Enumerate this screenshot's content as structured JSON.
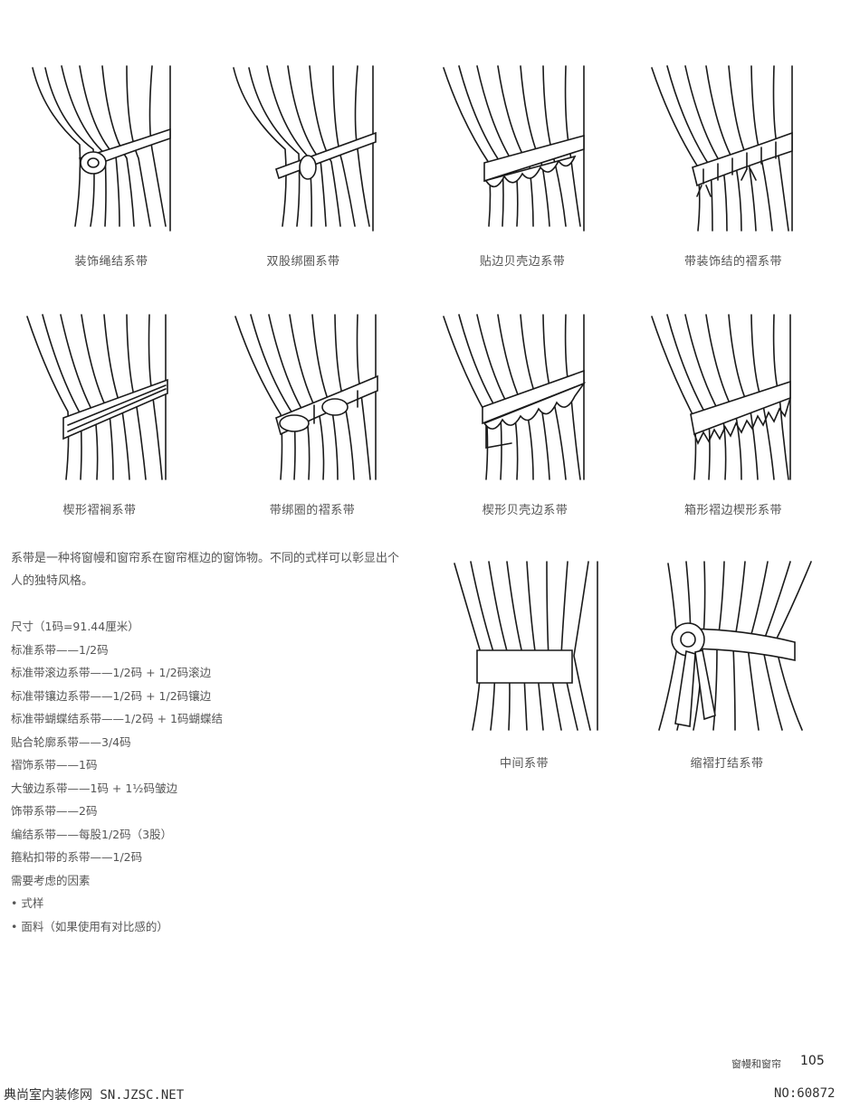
{
  "figures": [
    {
      "caption": "装饰绳结系带",
      "tie": "knot"
    },
    {
      "caption": "双股绑圈系带",
      "tie": "loop"
    },
    {
      "caption": "贴边贝壳边系带",
      "tie": "scallop"
    },
    {
      "caption": "带装饰结的褶系带",
      "tie": "gathered"
    },
    {
      "caption": "楔形褶裥系带",
      "tie": "wedge"
    },
    {
      "caption": "带绑圈的褶系带",
      "tie": "gathered-loop"
    },
    {
      "caption": "楔形贝壳边系带",
      "tie": "wedge-scallop"
    },
    {
      "caption": "箱形褶边楔形系带",
      "tie": "box-pleat"
    },
    {
      "caption": "中间系带",
      "tie": "center"
    },
    {
      "caption": "缩褶打结系带",
      "tie": "knot-tail"
    }
  ],
  "intro": "系带是一种将窗幔和窗帘系在窗帘框边的窗饰物。不同的式样可以彰显出个人的独特风格。",
  "specs": [
    "尺寸（1码=91.44厘米）",
    "标准系带——1/2码",
    "标准带滚边系带——1/2码 + 1/2码滚边",
    "标准带镶边系带——1/2码 + 1/2码镶边",
    "标准带蝴蝶结系带——1/2码 + 1码蝴蝶结",
    "贴合轮廓系带——3/4码",
    "褶饰系带——1码",
    "大皱边系带——1码 + 1½码皱边",
    "饰带系带——2码",
    "编结系带——每股1/2码（3股）",
    "箍粘扣带的系带——1/2码",
    "需要考虑的因素",
    "• 式样",
    "• 面料（如果使用有对比感的）"
  ],
  "footer": {
    "section": "窗幔和窗帘",
    "page": "105"
  },
  "watermark": {
    "left": "典尚室内装修网 SN.JZSC.NET",
    "right": "NO:60872"
  }
}
